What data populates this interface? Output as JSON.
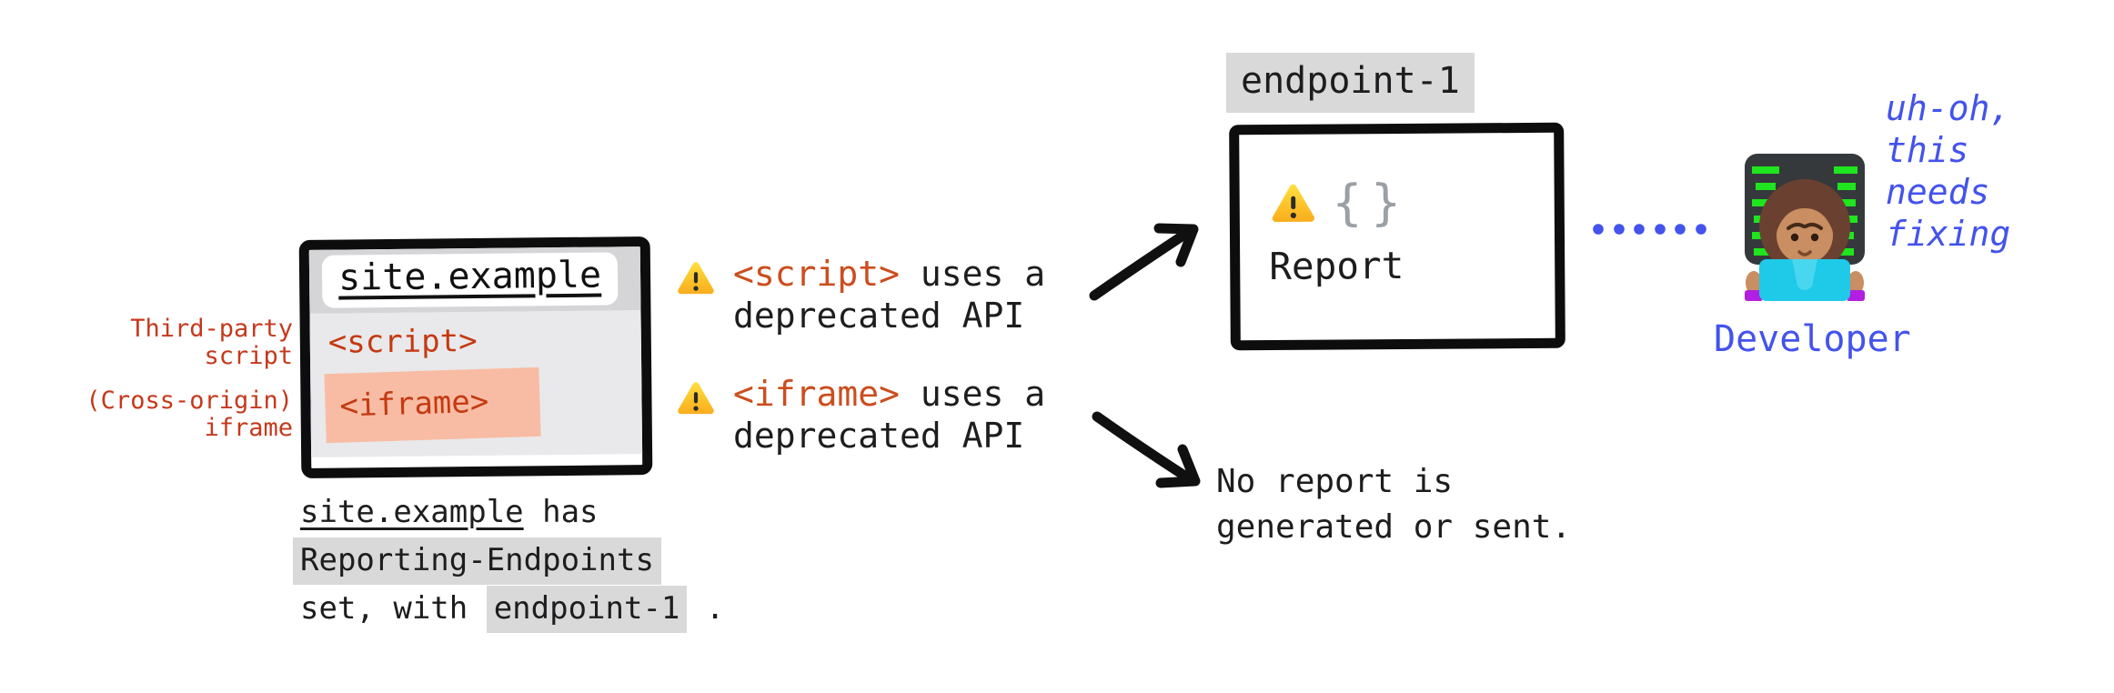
{
  "side_labels": {
    "third_party": "Third-party\nscript",
    "cross_origin": "(Cross-origin)\niframe"
  },
  "browser_window": {
    "url": "site.example",
    "script_tag": "<script>",
    "iframe_tag": "<iframe>"
  },
  "warnings": [
    {
      "icon": "warning-icon",
      "tag": "<script>",
      "rest": " uses a",
      "line2": "deprecated API"
    },
    {
      "icon": "warning-icon",
      "tag": "<iframe>",
      "rest": " uses a",
      "line2": "deprecated API"
    }
  ],
  "endpoint_box": {
    "title": "endpoint-1",
    "braces": "{}",
    "report_label": "Report"
  },
  "no_report_text": "No report is\ngenerated or sent.",
  "developer": {
    "emoji": "woman-technologist-emoji",
    "label": "Developer",
    "thought": "uh-oh,\nthis\nneeds\nfixing"
  },
  "caption": {
    "site": "site.example",
    "has": " has",
    "header_name": "Reporting-Endpoints",
    "set_with": "set, with ",
    "endpoint": "endpoint-1",
    "period": " ."
  },
  "colors": {
    "code_red": "#c43a12",
    "warning_tag_orange": "#cb4e1f",
    "side_label_red": "#c5391c",
    "accent_blue": "#4353ec",
    "salmon_highlight": "#f8bca4",
    "gray_highlight": "#d9d9d9",
    "window_gray": "#e9e9eb",
    "address_strip_gray": "#d5d5d8",
    "text_black": "#1d1d1f",
    "braces_gray": "#9aa0a6",
    "warning_yellow": "#fdd835"
  }
}
